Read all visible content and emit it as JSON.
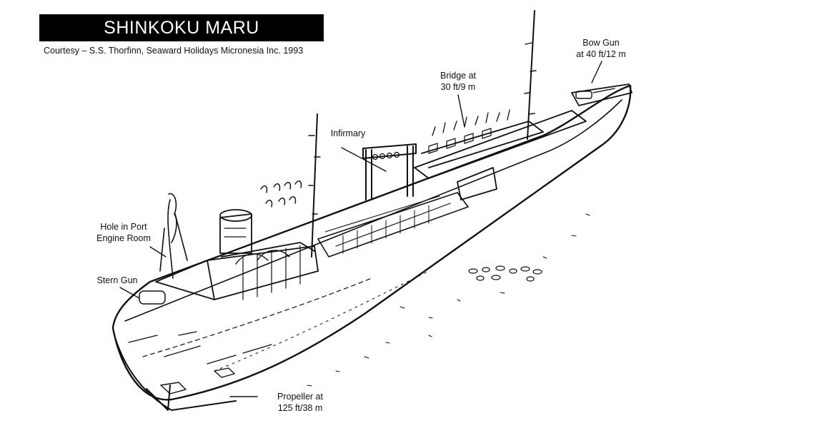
{
  "title": "SHINKOKU MARU",
  "credit": "Courtesy – S.S. Thorfinn, Seaward Holidays Micronesia Inc. 1993",
  "labels": {
    "bow_gun": [
      "Bow Gun",
      "at 40 ft/12 m"
    ],
    "bridge": [
      "Bridge at",
      "30 ft/9 m"
    ],
    "infirmary": [
      "Infirmary"
    ],
    "hole": [
      "Hole in Port",
      "Engine Room"
    ],
    "stern_gun": [
      "Stern Gun"
    ],
    "propeller": [
      "Propeller at",
      "125 ft/38 m"
    ]
  },
  "colors": {
    "ink": "#111111",
    "title_bg": "#000000",
    "title_fg": "#ffffff"
  }
}
